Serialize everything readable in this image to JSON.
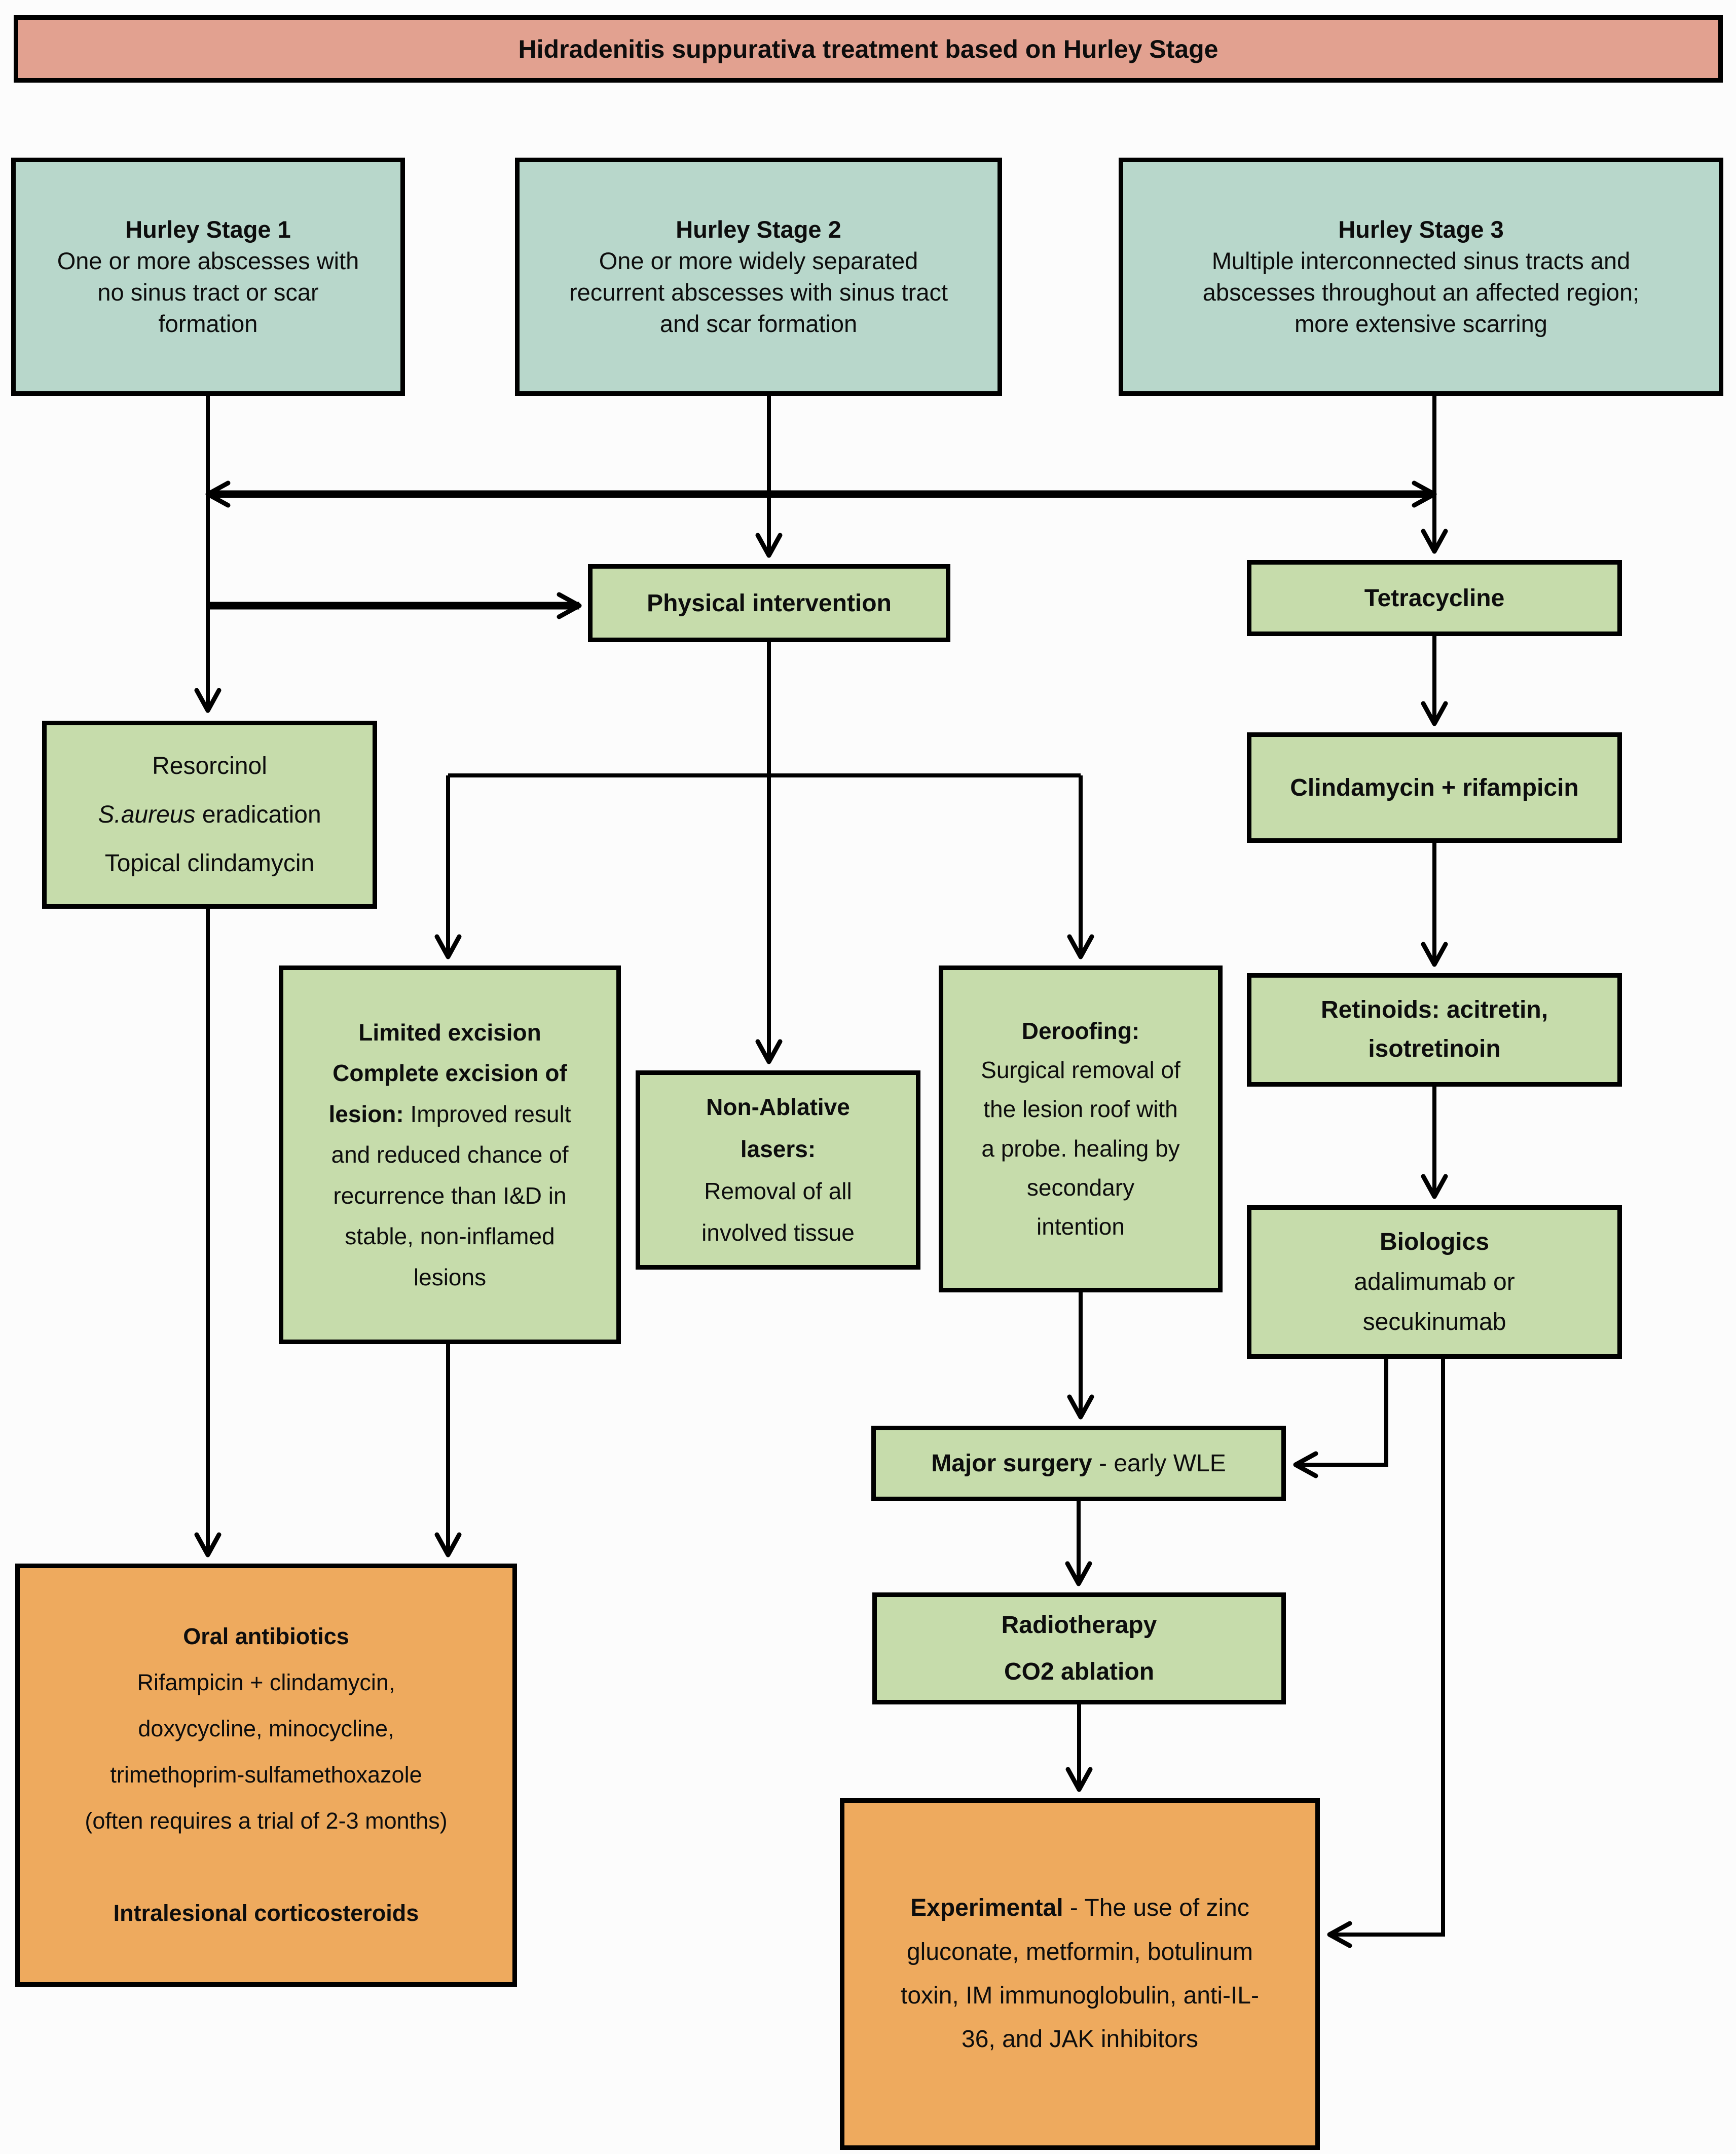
{
  "title": "Hidradenitis suppurativa treatment based on Hurley Stage",
  "colors": {
    "title_bg": "#e2a190",
    "stage_bg": "#b8d7cb",
    "treatment_bg": "#c6dcab",
    "endpoint_bg": "#eeaa5e",
    "line": "#000000",
    "page_bg": "#fcfcfc"
  },
  "boxes": {
    "hurley1": {
      "lines": [
        [
          {
            "t": "Hurley Stage 1",
            "b": true
          }
        ],
        [
          {
            "t": "One or more abscesses with"
          }
        ],
        [
          {
            "t": "no sinus tract or scar"
          }
        ],
        [
          {
            "t": "formation"
          }
        ]
      ]
    },
    "hurley2": {
      "lines": [
        [
          {
            "t": "Hurley Stage 2",
            "b": true
          }
        ],
        [
          {
            "t": "One or more widely separated"
          }
        ],
        [
          {
            "t": "recurrent abscesses with sinus tract"
          }
        ],
        [
          {
            "t": "and scar formation"
          }
        ]
      ]
    },
    "hurley3": {
      "lines": [
        [
          {
            "t": "Hurley Stage 3",
            "b": true
          }
        ],
        [
          {
            "t": "Multiple interconnected sinus tracts and"
          }
        ],
        [
          {
            "t": "abscesses throughout an affected region;"
          }
        ],
        [
          {
            "t": "more extensive scarring"
          }
        ]
      ]
    },
    "physical": {
      "lines": [
        [
          {
            "t": "Physical intervention",
            "b": true
          }
        ]
      ]
    },
    "tetracycline": {
      "lines": [
        [
          {
            "t": "Tetracycline",
            "b": true
          }
        ]
      ]
    },
    "resorcinol": {
      "lines": [
        [
          {
            "t": "Resorcinol"
          }
        ],
        [
          {
            "t": "S.aureus",
            "i": true
          },
          {
            "t": " eradication"
          }
        ],
        [
          {
            "t": "Topical clindamycin"
          }
        ]
      ]
    },
    "clindamycin": {
      "lines": [
        [
          {
            "t": "Clindamycin + rifampicin",
            "b": true
          }
        ]
      ]
    },
    "limited": {
      "lines": [
        [
          {
            "t": "Limited excision",
            "b": true
          }
        ],
        [
          {
            "t": "Complete excision of",
            "b": true
          }
        ],
        [
          {
            "t": "lesion:",
            "b": true
          },
          {
            "t": " Improved result"
          }
        ],
        [
          {
            "t": "and reduced chance of"
          }
        ],
        [
          {
            "t": "recurrence than I&D in"
          }
        ],
        [
          {
            "t": "stable, non-inflamed"
          }
        ],
        [
          {
            "t": "lesions"
          }
        ]
      ]
    },
    "nonablative": {
      "lines": [
        [
          {
            "t": "Non-Ablative",
            "b": true
          }
        ],
        [
          {
            "t": "lasers:",
            "b": true
          }
        ],
        [
          {
            "t": "Removal of all"
          }
        ],
        [
          {
            "t": "involved tissue"
          }
        ]
      ]
    },
    "deroofing": {
      "lines": [
        [
          {
            "t": "Deroofing:",
            "b": true
          }
        ],
        [
          {
            "t": "Surgical removal of"
          }
        ],
        [
          {
            "t": "the lesion roof with"
          }
        ],
        [
          {
            "t": "a probe. healing by"
          }
        ],
        [
          {
            "t": "secondary"
          }
        ],
        [
          {
            "t": "intention"
          }
        ]
      ]
    },
    "retinoids": {
      "lines": [
        [
          {
            "t": "Retinoids: acitretin,",
            "b": true
          }
        ],
        [
          {
            "t": "isotretinoin",
            "b": true
          }
        ]
      ]
    },
    "biologics": {
      "lines": [
        [
          {
            "t": "Biologics",
            "b": true
          }
        ],
        [
          {
            "t": "adalimumab or"
          }
        ],
        [
          {
            "t": "secukinumab"
          }
        ]
      ]
    },
    "major": {
      "lines": [
        [
          {
            "t": "Major surgery",
            "b": true
          },
          {
            "t": " - early WLE"
          }
        ]
      ]
    },
    "radio": {
      "lines": [
        [
          {
            "t": "Radiotherapy",
            "b": true
          }
        ],
        [
          {
            "t": "CO2 ablation",
            "b": true
          }
        ]
      ]
    },
    "oral": {
      "lines": [
        [
          {
            "t": "Oral antibiotics",
            "b": true
          }
        ],
        [
          {
            "t": "Rifampicin + clindamycin,"
          }
        ],
        [
          {
            "t": "doxycycline, minocycline,"
          }
        ],
        [
          {
            "t": "trimethoprim-sulfamethoxazole"
          }
        ],
        [
          {
            "t": "(often requires a trial of 2-3 months)"
          }
        ],
        [],
        [
          {
            "t": "Intralesional corticosteroids",
            "b": true
          }
        ]
      ]
    },
    "experimental": {
      "lines": [
        [
          {
            "t": "Experimental",
            "b": true
          },
          {
            "t": " - The use of zinc"
          }
        ],
        [
          {
            "t": "gluconate, metformin, botulinum"
          }
        ],
        [
          {
            "t": "toxin, IM immunoglobulin, anti-IL-"
          }
        ],
        [
          {
            "t": "36,  and JAK inhibitors"
          }
        ]
      ]
    }
  }
}
